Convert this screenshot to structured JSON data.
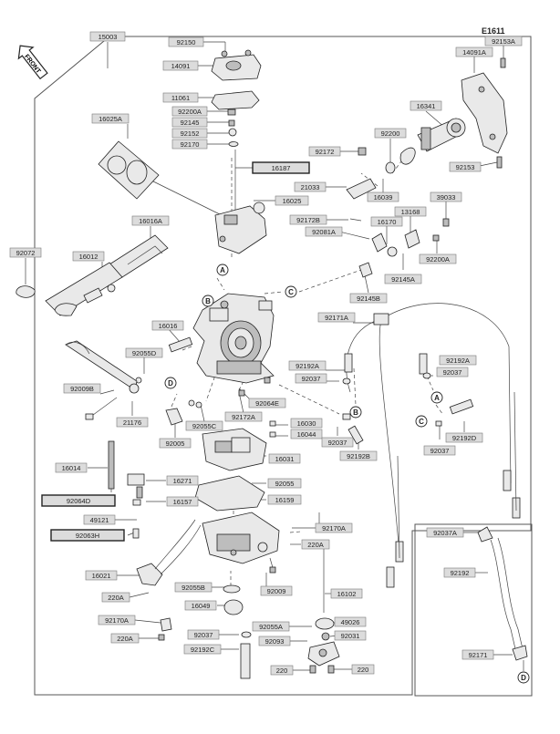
{
  "diagram_id": "E1611",
  "front_label": "FRONT",
  "parts": {
    "p15003": "15003",
    "p92150": "92150",
    "p14091": "14091",
    "p11061": "11061",
    "p92200A": "92200A",
    "p92145": "92145",
    "p92152": "92152",
    "p92170": "92170",
    "p16187": "16187",
    "p16025A": "16025A",
    "p16025": "16025",
    "p92172": "92172",
    "p92200": "92200",
    "p16341": "16341",
    "p14091A": "14091A",
    "p92153A": "92153A",
    "p92153": "92153",
    "p21033": "21033",
    "p16039": "16039",
    "p92172B": "92172B",
    "p92081A": "92081A",
    "p16170": "16170",
    "p13168": "13168",
    "p39033": "39033",
    "p92200A_b": "92200A",
    "p92145A": "92145A",
    "p92145B": "92145B",
    "p16016A": "16016A",
    "p16012": "16012",
    "p92072": "92072",
    "p16016": "16016",
    "p92055D": "92055D",
    "p92009B": "92009B",
    "p21176": "21176",
    "p92171A": "92171A",
    "p92192A": "92192A",
    "p92192A_b": "92192A",
    "p92037a": "92037",
    "p92037b": "92037",
    "p92064E": "92064E",
    "p92172A": "92172A",
    "p92055C": "92055C",
    "p92005": "92005",
    "p16030": "16030",
    "p16044": "16044",
    "p92037c": "92037",
    "p92192B": "92192B",
    "p92037d": "92037",
    "p92192D": "92192D",
    "p16014": "16014",
    "p92064D": "92064D",
    "p16031": "16031",
    "p16271": "16271",
    "p16157": "16157",
    "p92055": "92055",
    "p16159": "16159",
    "p49121": "49121",
    "p92063H": "92063H",
    "p92170A": "92170A",
    "p220A_a": "220A",
    "p16021": "16021",
    "p220A_b": "220A",
    "p92055B": "92055B",
    "p92009": "92009",
    "p16049": "16049",
    "p92170A_b": "92170A",
    "p220A_c": "220A",
    "p92037e": "92037",
    "p92192C": "92192C",
    "p92055A": "92055A",
    "p92093": "92093",
    "p49026": "49026",
    "p92031": "92031",
    "p16102": "16102",
    "p220a": "220",
    "p220b": "220",
    "p92037A": "92037A",
    "p92192": "92192",
    "p92171": "92171"
  },
  "callouts": {
    "A": "A",
    "B": "B",
    "C": "C",
    "D": "D"
  }
}
